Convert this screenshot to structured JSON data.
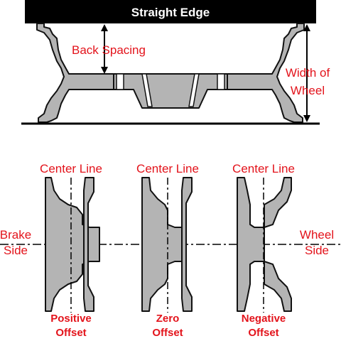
{
  "top_panel": {
    "straight_edge": "Straight Edge",
    "back_spacing": "Back Spacing",
    "width_line1": "Width of",
    "width_line2": "Wheel"
  },
  "bottom_panel": {
    "center_line": "Center Line",
    "brake_line1": "Brake",
    "brake_line2": "Side",
    "wheel_line1": "Wheel",
    "wheel_line2": "Side",
    "wheels": [
      {
        "line1": "Positive",
        "line2": "Offset"
      },
      {
        "line1": "Zero",
        "line2": "Offset"
      },
      {
        "line1": "Negative",
        "line2": "Offset"
      }
    ]
  },
  "colors": {
    "label_red": "#e3131b",
    "wheel_gray": "#b4b4b4",
    "outline": "#111111",
    "bar": "#000000"
  }
}
